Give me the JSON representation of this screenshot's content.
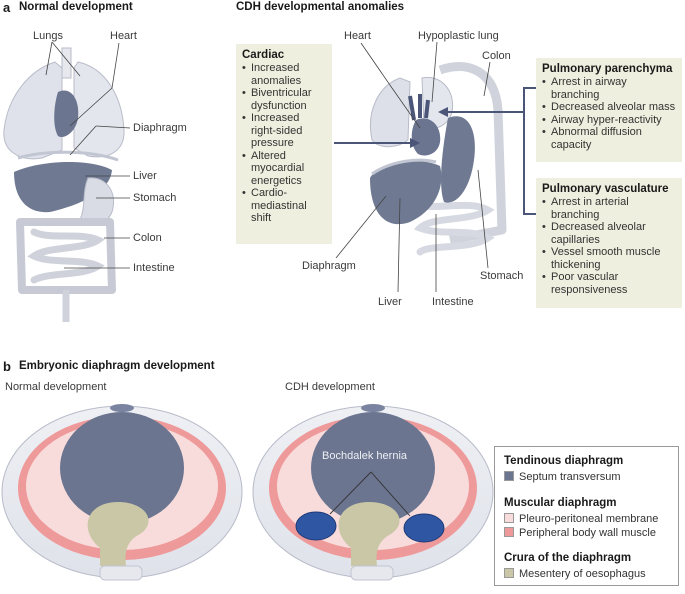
{
  "panel_a": {
    "letter": "a",
    "normal_title": "Normal development",
    "cdh_title": "CDH developmental anomalies",
    "normal_labels": {
      "lungs": "Lungs",
      "heart": "Heart",
      "diaphragm": "Diaphragm",
      "liver": "Liver",
      "stomach": "Stomach",
      "colon": "Colon",
      "intestine": "Intestine"
    },
    "cdh_labels": {
      "heart": "Heart",
      "hypoplastic_lung": "Hypoplastic lung",
      "colon": "Colon",
      "diaphragm": "Diaphragm",
      "liver": "Liver",
      "intestine": "Intestine",
      "stomach": "Stomach"
    },
    "cardiac": {
      "title": "Cardiac",
      "items": [
        [
          "Increased",
          "anomalies"
        ],
        [
          "Biventricular",
          "dysfunction"
        ],
        [
          "Increased",
          "right-sided",
          "pressure"
        ],
        [
          "Altered",
          "myocardial",
          "energetics"
        ],
        [
          "Cardio-",
          "mediastinal",
          "shift"
        ]
      ]
    },
    "parenchyma": {
      "title": "Pulmonary parenchyma",
      "items": [
        [
          "Arrest in airway",
          "branching"
        ],
        [
          "Decreased alveolar mass"
        ],
        [
          "Airway hyper-reactivity"
        ],
        [
          "Abnormal diffusion",
          "capacity"
        ]
      ]
    },
    "vasculature": {
      "title": "Pulmonary vasculature",
      "items": [
        [
          "Arrest in arterial",
          "branching"
        ],
        [
          "Decreased alveolar",
          "capillaries"
        ],
        [
          "Vessel smooth muscle",
          "thickening"
        ],
        [
          "Poor vascular",
          "responsiveness"
        ]
      ]
    }
  },
  "panel_b": {
    "letter": "b",
    "title": "Embryonic diaphragm development",
    "normal_title": "Normal development",
    "cdh_title": "CDH development",
    "hernia_label": "Bochdalek hernia",
    "legend": {
      "tendinous_title": "Tendinous diaphragm",
      "septum": "Septum transversum",
      "muscular_title": "Muscular diaphragm",
      "ppm": "Pleuro-peritoneal membrane",
      "pbwm": "Peripheral body wall muscle",
      "crura_title": "Crura of the diaphragm",
      "mesentery": "Mesentery of oesophagus"
    },
    "colors": {
      "septum": "#6b7590",
      "ppm": "#f8dcdc",
      "pbwm": "#ef9a9a",
      "mesentery": "#c9c7a6",
      "hernia": "#2f56a3"
    }
  }
}
